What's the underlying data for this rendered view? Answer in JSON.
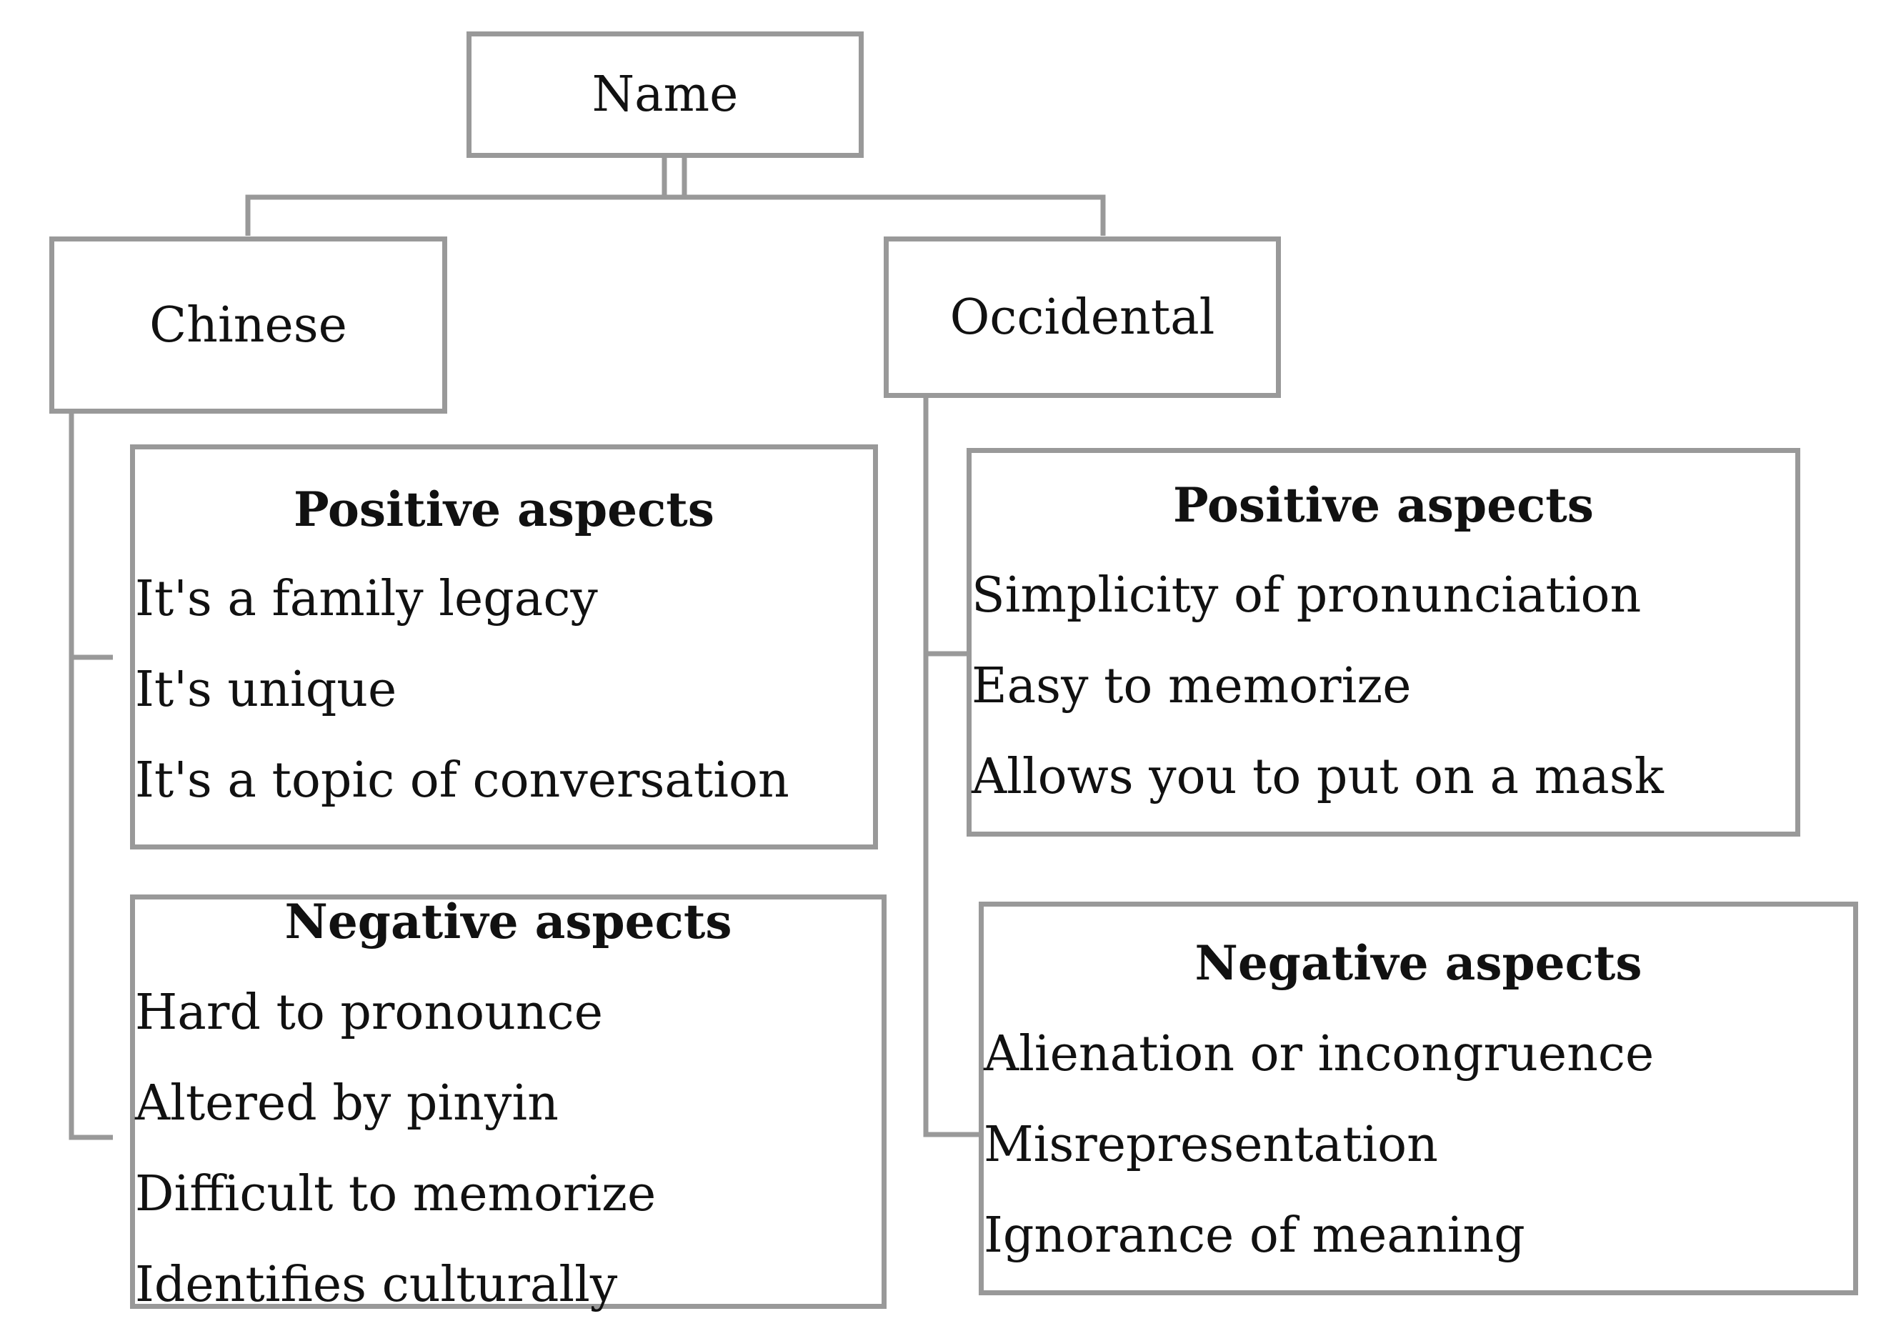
{
  "root": {
    "label": "Name"
  },
  "branches": [
    {
      "label": "Chinese",
      "positive": {
        "heading": "Positive aspects",
        "items": [
          "It's a family legacy",
          "It's unique",
          "It's a topic of conversation"
        ]
      },
      "negative": {
        "heading": "Negative aspects",
        "items": [
          "Hard to pronounce",
          "Altered by pinyin",
          "Difficult to memorize",
          "Identifies culturally"
        ]
      }
    },
    {
      "label": "Occidental",
      "positive": {
        "heading": "Positive aspects",
        "items": [
          "Simplicity of pronunciation",
          "Easy to memorize",
          "Allows you to put on a mask"
        ]
      },
      "negative": {
        "heading": "Negative aspects",
        "items": [
          "Alienation or incongruence",
          "Misrepresentation",
          "Ignorance of meaning"
        ]
      }
    }
  ],
  "colors": {
    "border": "#999999",
    "text": "#111111"
  }
}
